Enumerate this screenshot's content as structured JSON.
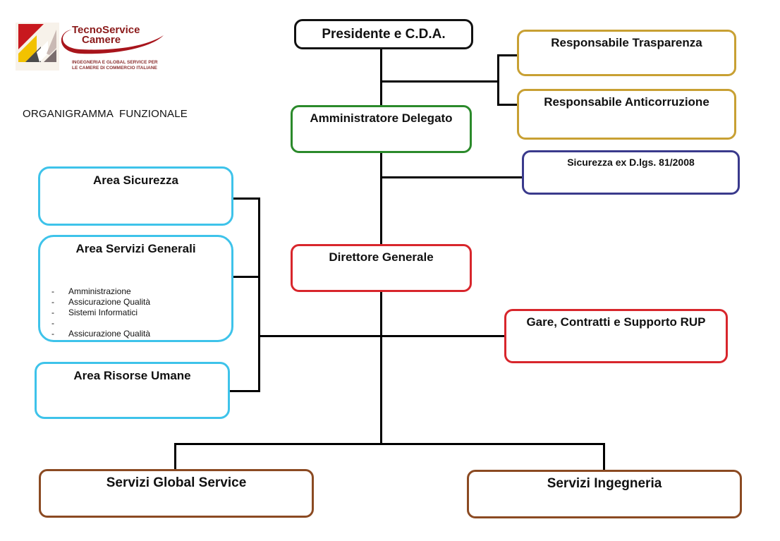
{
  "logo": {
    "brand_line1": "TecnoService",
    "brand_line2": "Camere",
    "tagline_line1": "INGEGNERIA E GLOBAL SERVICE PER",
    "tagline_line2": "LE CAMERE DI COMMERCIO ITALIANE",
    "icon": "tecnoservice-logo-icon"
  },
  "page_title": "ORGANIGRAMMA  FUNZIONALE",
  "colors": {
    "presidente": "#111111",
    "responsabili": "#c8a033",
    "amministratore": "#2b8a2b",
    "sicurezza_dlgs": "#3a3a8c",
    "aree": "#3ec3ea",
    "direttore": "#d8262c",
    "gare": "#d8262c",
    "servizi": "#8b4a22"
  },
  "nodes": {
    "presidente": "Presidente e C.D.A.",
    "resp_trasparenza": "Responsabile Trasparenza",
    "resp_anticorruzione": "Responsabile Anticorruzione",
    "amministratore": "Amministratore Delegato",
    "sicurezza_dlgs": "Sicurezza ex D.lgs. 81/2008",
    "area_sicurezza": "Area Sicurezza",
    "area_servizi_generali": {
      "title": "Area Servizi Generali",
      "items": [
        {
          "bullet": "-",
          "label": "Amministrazione"
        },
        {
          "bullet": "-",
          "label": "Assicurazione Qualità"
        },
        {
          "bullet": "-",
          "label": "Sistemi Informatici"
        },
        {
          "bullet": "-",
          "label": ""
        },
        {
          "bullet": "-",
          "label": "Assicurazione Qualità"
        }
      ]
    },
    "area_risorse_umane": "Area Risorse Umane",
    "direttore": "Direttore Generale",
    "gare": "Gare, Contratti e Supporto RUP",
    "servizi_global": "Servizi Global Service",
    "servizi_ingegneria": "Servizi Ingegneria"
  }
}
